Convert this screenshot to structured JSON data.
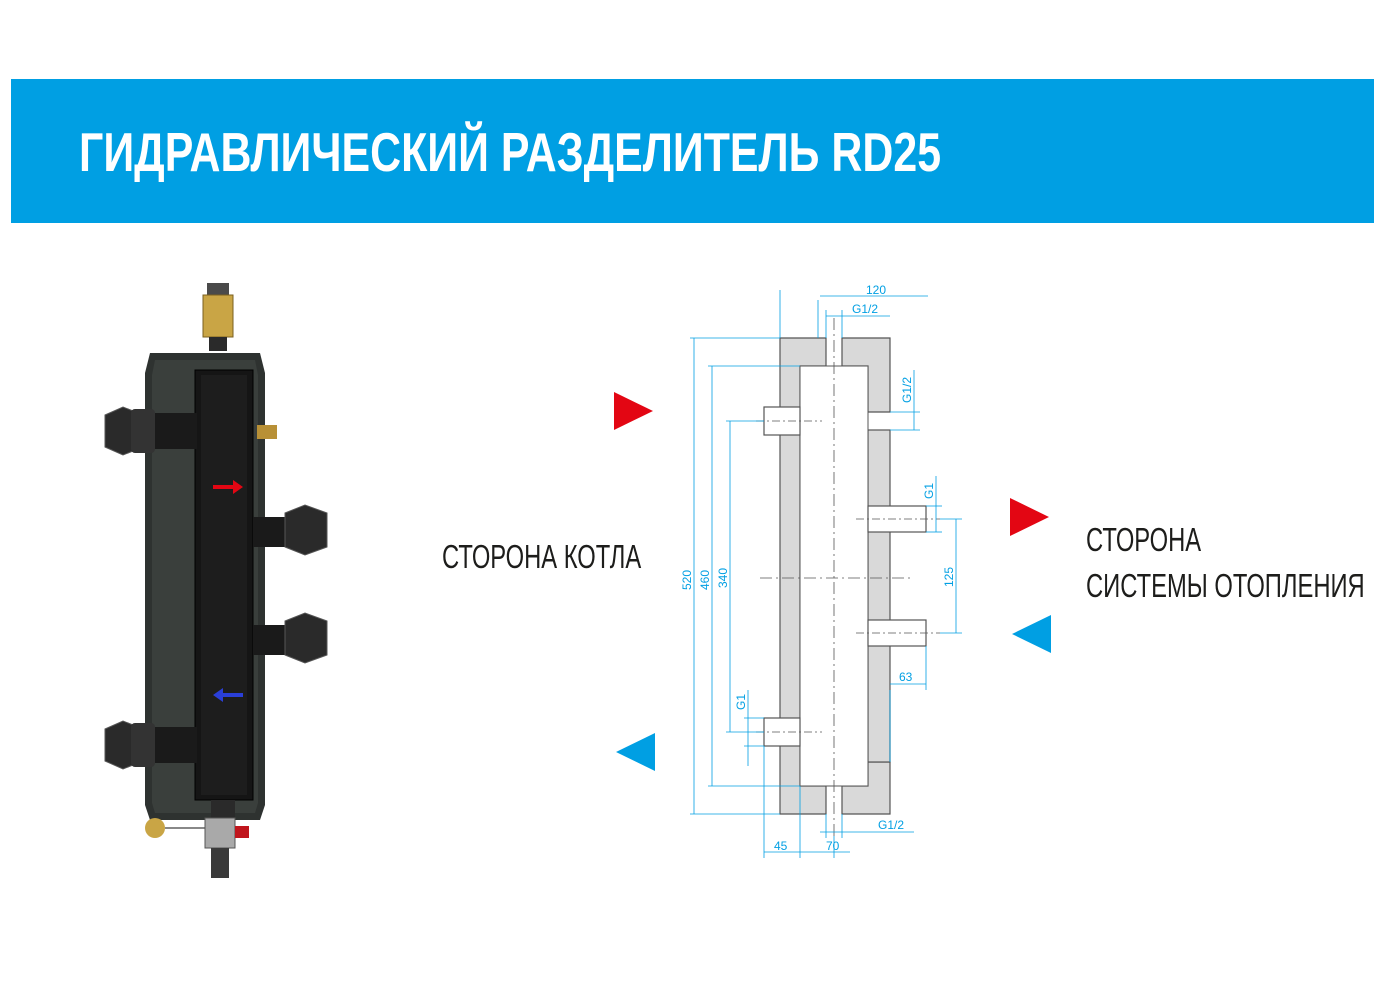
{
  "header": {
    "title": "ГИДРАВЛИЧЕСКИЙ РАЗДЕЛИТЕЛЬ RD25",
    "background_color": "#009fe3",
    "text_color": "#ffffff"
  },
  "labels": {
    "boiler_side": "СТОРОНА КОТЛА",
    "heating_side_line1": "СТОРОНА",
    "heating_side_line2": "СИСТЕМЫ ОТОПЛЕНИЯ"
  },
  "drawing": {
    "dimensions": {
      "width_total": "120",
      "top_port": "G1/2",
      "side_port_top": "G1/2",
      "right_port_thread": "G1",
      "port_spacing": "125",
      "port_offset": "63",
      "left_port_thread": "G1",
      "height_total": "520",
      "height_body": "460",
      "port_distance": "340",
      "left_offset": "45",
      "center_offset": "70",
      "bottom_port": "G1/2"
    },
    "line_color": "#009fe3",
    "body_color": "#d9d9d9"
  },
  "arrows": {
    "hot_color": "#e30613",
    "cold_color": "#009fe3"
  }
}
